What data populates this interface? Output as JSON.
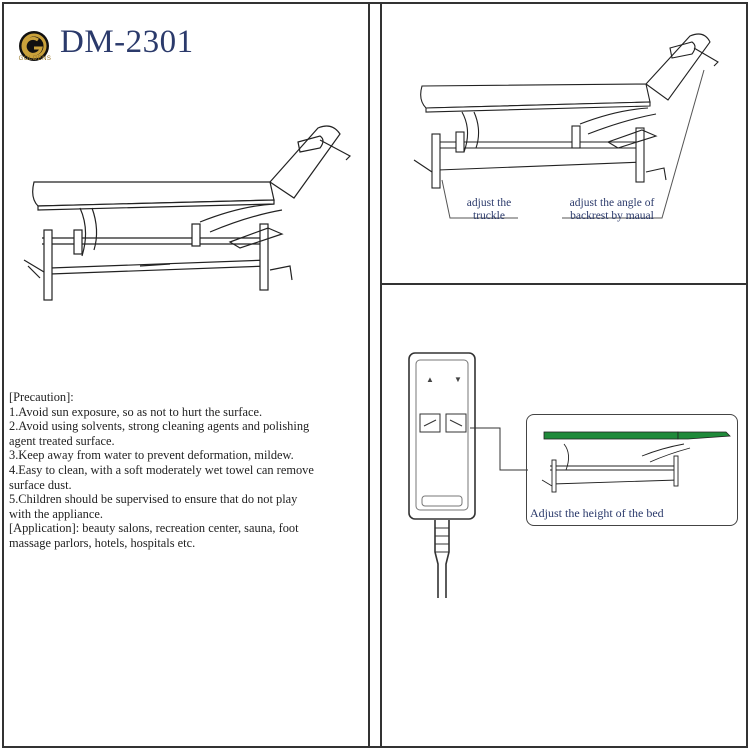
{
  "header": {
    "model": "DM-2301",
    "brand": "GOLDENS"
  },
  "precaution": {
    "lines": [
      "[Precaution]:",
      "1.Avoid sun exposure, so as not to hurt the surface.",
      "2.Avoid using solvents, strong cleaning agents and polishing",
      " agent treated surface.",
      "3.Keep away from water to prevent deformation, mildew.",
      "4.Easy to clean, with a soft moderately wet towel can remove",
      " surface dust.",
      "5.Children should be supervised to ensure that do not play",
      " with the appliance.",
      "[Application]: beauty salons, recreation center, sauna, foot",
      "massage parlors, hotels, hospitals etc."
    ]
  },
  "callouts": {
    "truckle": "adjust the\ntruckle",
    "backrest": "adjust the angle of\nbackrest by maual"
  },
  "remote": {
    "up_symbol": "▲",
    "down_symbol": "▼"
  },
  "bed_caption": "Adjust the height of the bed",
  "colors": {
    "text": "#2b3a6b",
    "highlight": "#1f8a3a",
    "line": "#333333",
    "gold": "#c9a13b"
  }
}
